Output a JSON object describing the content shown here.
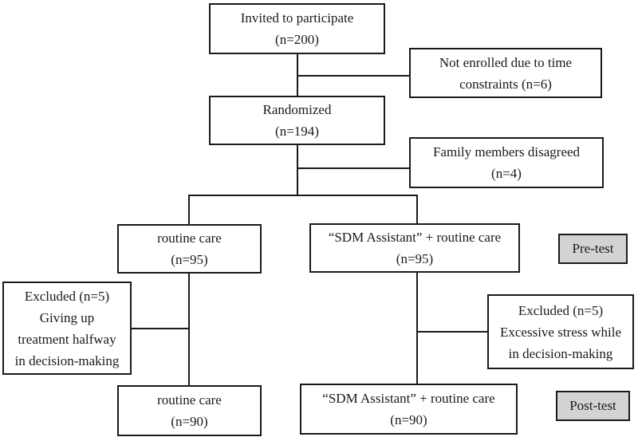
{
  "boxes": {
    "invited": {
      "lines": [
        "Invited to participate",
        "(n=200)"
      ]
    },
    "not_enrolled": {
      "lines": [
        "Not enrolled due to time",
        "constraints (n=6)"
      ]
    },
    "randomized": {
      "lines": [
        "Randomized",
        "(n=194)"
      ]
    },
    "family_disagreed": {
      "lines": [
        "Family members disagreed",
        "(n=4)"
      ]
    },
    "routine_pre": {
      "lines": [
        "routine care",
        "(n=95)"
      ]
    },
    "sdm_pre": {
      "lines": [
        "“SDM Assistant” + routine care",
        "(n=95)"
      ]
    },
    "excluded_left": {
      "lines": [
        "Excluded (n=5)",
        "Giving up",
        "treatment halfway",
        "in decision-making"
      ]
    },
    "excluded_right": {
      "lines": [
        "Excluded (n=5)",
        "Excessive stress while",
        "in decision-making"
      ]
    },
    "routine_post": {
      "lines": [
        "routine care",
        "(n=90)"
      ]
    },
    "sdm_post": {
      "lines": [
        "“SDM Assistant” + routine care",
        "(n=90)"
      ]
    }
  },
  "stages": {
    "pre_test": {
      "label": "Pre-test"
    },
    "post_test": {
      "label": "Post-test"
    }
  },
  "colors": {
    "border": "#1a1a1a",
    "box_fill": "#ffffff",
    "stage_fill": "#d3d3d3",
    "background": "#ffffff",
    "text": "#1a1a1a"
  }
}
